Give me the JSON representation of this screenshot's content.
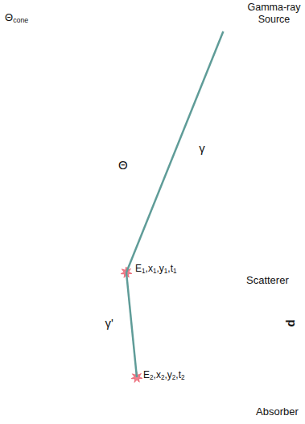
{
  "diagram": {
    "nodes": [
      {
        "text": [
          "Gamma-ray Source"
        ]
      },
      {
        "text": [
          "E1,x1,y1,t1",
          "Scatterer"
        ]
      },
      {
        "text": [
          "E2,x2,y2,t2",
          "Absorber"
        ]
      }
    ],
    "edges": [
      {
        "from": 0,
        "to": 1,
        "arrow": "none",
        "label": "γ"
      },
      {
        "from": 1,
        "to": 2,
        "arrow": "none",
        "label": "γ'"
      }
    ],
    "labels": [
      "Θcone",
      "Θ",
      "d"
    ]
  }
}
